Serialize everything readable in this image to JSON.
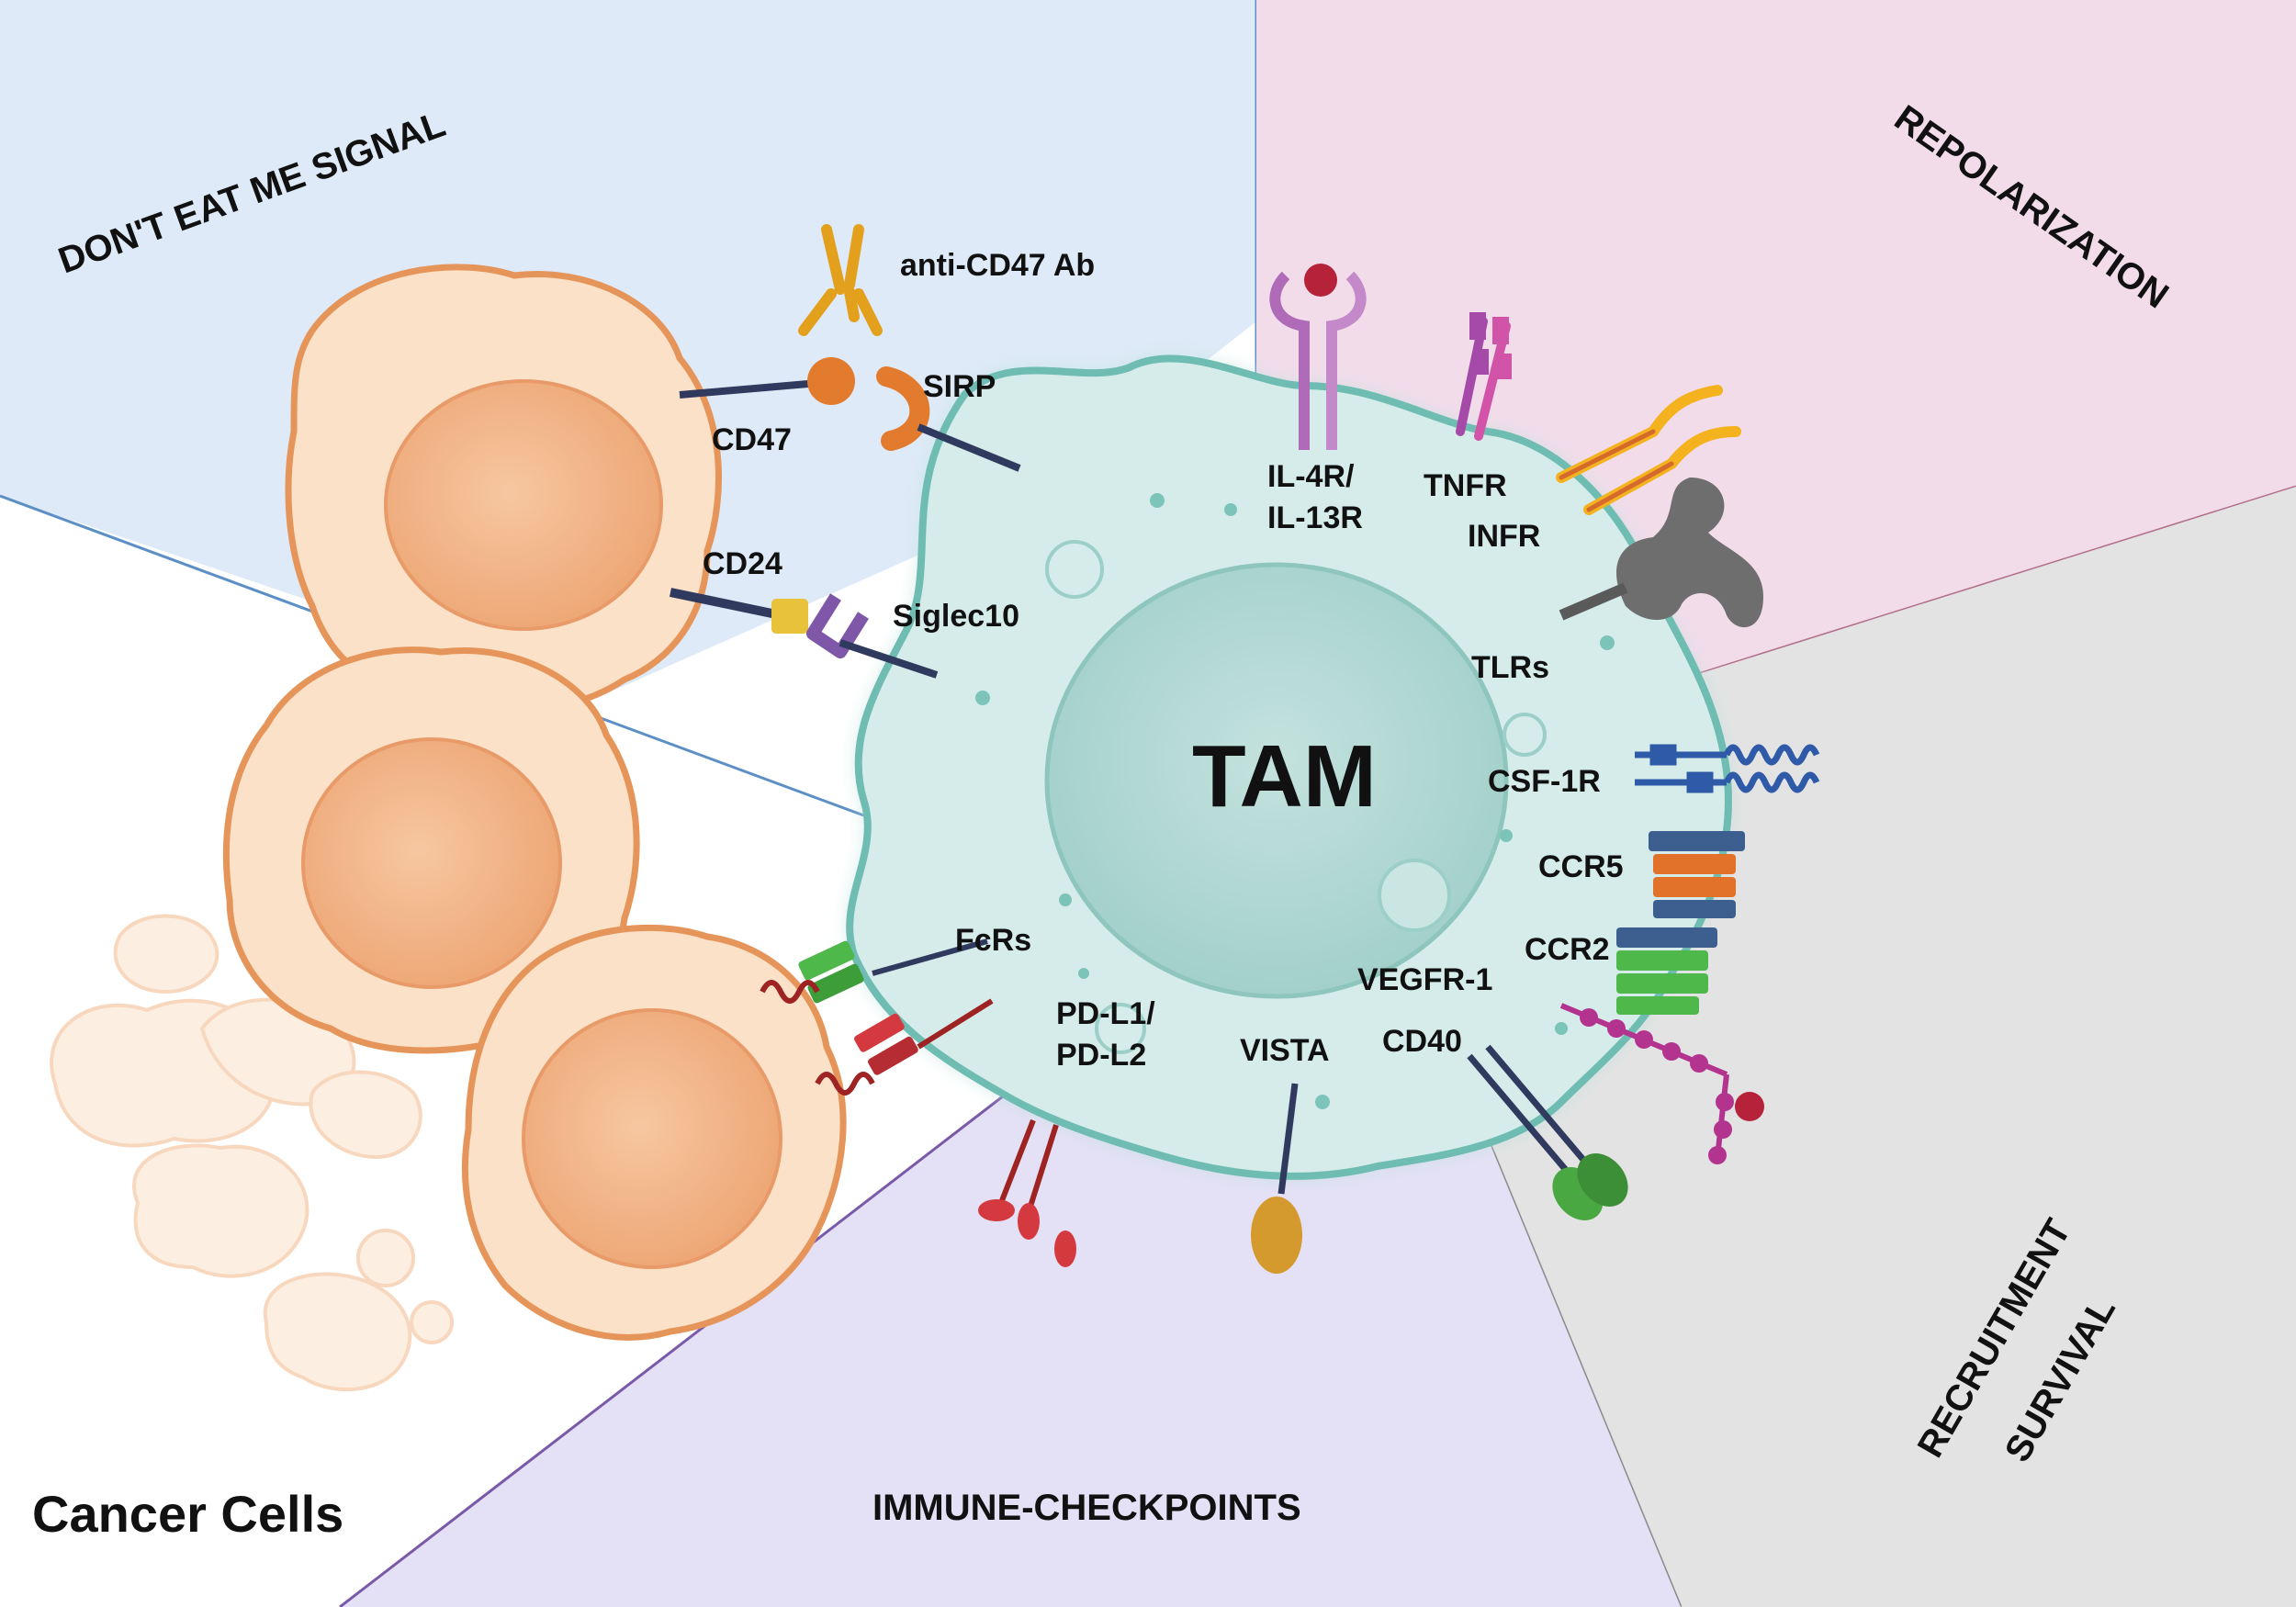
{
  "sections": {
    "dont_eat_me": "DON'T EAT ME SIGNAL",
    "repolarization": "REPOLARIZATION",
    "recruitment": "RECRUITMENT",
    "survival": "SURVIVAL",
    "immune_checkpoints": "IMMUNE-CHECKPOINTS"
  },
  "cells": {
    "tam": "TAM",
    "cancer_cells": "Cancer Cells"
  },
  "receptors": {
    "anti_cd47": "anti-CD47 Ab",
    "sirp": "SIRP",
    "cd47": "CD47",
    "cd24": "CD24",
    "siglec10": "Siglec10",
    "il4r": "IL-4R/",
    "il13r": "IL-13R",
    "tnfr": "TNFR",
    "infr": "INFR",
    "tlrs": "TLRs",
    "csf1r": "CSF-1R",
    "ccr5": "CCR5",
    "ccr2": "CCR2",
    "vegfr1": "VEGFR-1",
    "cd40": "CD40",
    "fcrs": "FcRs",
    "pdl1": "PD-L1/",
    "pdl2": "PD-L2",
    "vista": "VISTA"
  },
  "colors": {
    "blue_panel": "#deeaf7",
    "pink_panel": "#f2dcea",
    "gray_panel": "#e3e3e3",
    "purple_panel": "#e4e0f5",
    "tam_fill": "#d5ecea",
    "tam_stroke": "#6fbdb2",
    "cancer_fill": "#fbe1c8",
    "cancer_stroke": "#e6955a",
    "nucleus_fill": "#f4b98e"
  }
}
